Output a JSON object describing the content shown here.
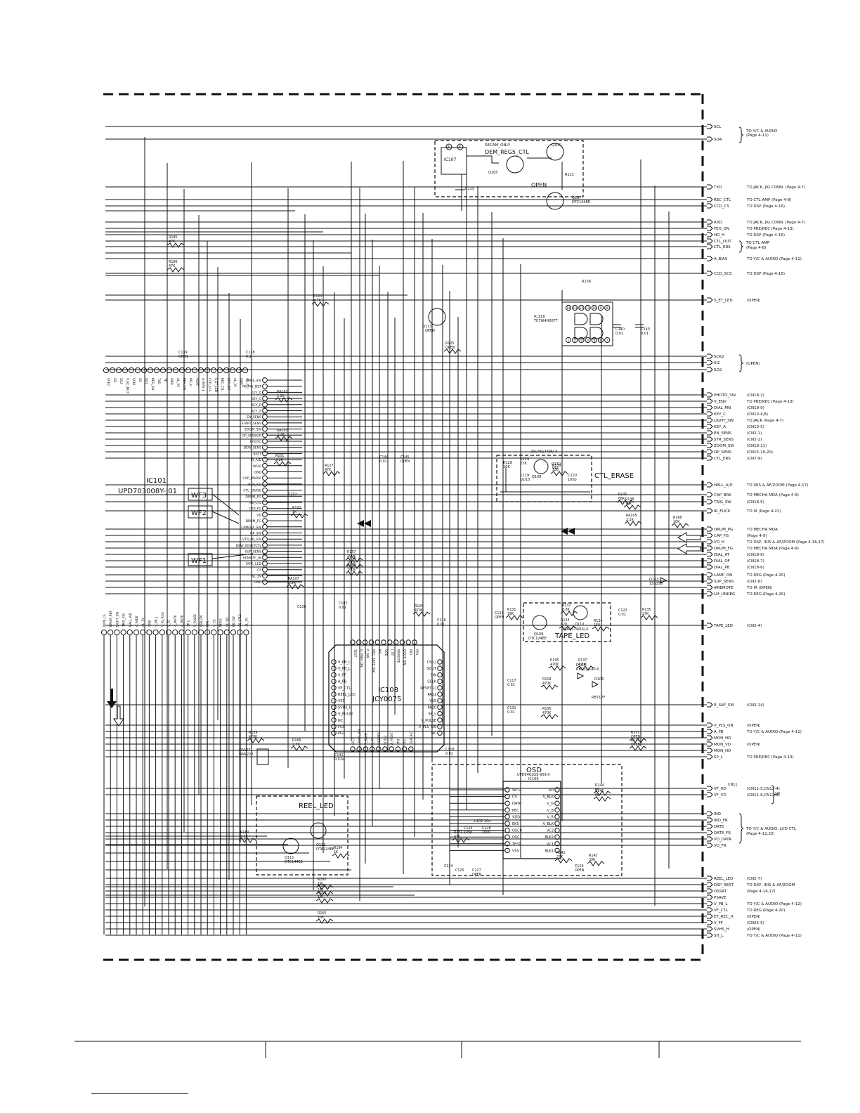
{
  "ic101": {
    "ref": "IC101",
    "part": "UPD703008Y-J01"
  },
  "ic108": {
    "ref": "IC108",
    "part": "JCY0075",
    "left_pins": [
      "V_PB_L",
      "V_PB_L",
      "V_FF",
      "A_PB",
      "VF_CTL",
      "REEL_LED",
      "VSS",
      "SVHS_H",
      "V_PULSE",
      "NC",
      "PG0",
      "PG1"
    ],
    "right_pins": [
      "CS(L)",
      "SOUT",
      "SIN",
      "SCLK",
      "RESET(L)",
      "PA11",
      "VSS",
      "PA10",
      "SP_L",
      "V_PULSE",
      "V_PLS_ON",
      "NC"
    ],
    "top_pins": [
      "TEST",
      "D_PWR_ON",
      "P_SW",
      "REC_SAFE_SW",
      "NC",
      "VDD",
      "J_ST",
      "REMOTE",
      "EJECT_SW",
      "PA7",
      "PA1"
    ],
    "bottom_pins": [
      "SH_L",
      "LAMP_ON",
      "P_SAVE",
      "V_FF",
      "OSSAT1",
      "VDD2",
      "A_FADE",
      "PF0",
      "PF1",
      "DSP_RST"
    ]
  },
  "ic109": {
    "title": "OSD",
    "part": "UPD6462GS-909-X",
    "ref": "IC109",
    "left_pins": [
      "SBT2",
      "CS",
      "DATA",
      "PEC",
      "VDD",
      "EK0",
      "OSC0",
      "OSC1",
      "TEST",
      "VSS"
    ],
    "right_pins": [
      "RD",
      "V_BLK",
      "V_G",
      "V_B",
      "V_R",
      "V_BLK",
      "VC2",
      "BLK2",
      "VC1",
      "BLK1"
    ]
  },
  "ic110": {
    "ref": "IC110",
    "part": "TC7W4H00FT",
    "top_pins": [
      "14",
      "13",
      "12",
      "11",
      "10",
      "9",
      "8"
    ],
    "bottom_pins": [
      "1",
      "2",
      "3",
      "4",
      "5",
      "6",
      "7"
    ]
  },
  "ic107": {
    "ref": "IC107",
    "pins": [
      "6",
      "5"
    ]
  },
  "wf_tags": [
    "WF3",
    "WF2",
    "WF1"
  ],
  "blocks": {
    "dem": "DEM_REG5_CTL",
    "secam": "SECAM_ONLY",
    "open": "OPEN",
    "ctl_erase": "CTL_ERASE",
    "tape_led": "TAPE_LED",
    "reel_led": "REEL_LED"
  },
  "transistors": [
    {
      "ref": "Q105",
      "part": ""
    },
    {
      "ref": "Q106",
      "part": ""
    },
    {
      "ref": "Q107",
      "part": "DTC144EE"
    },
    {
      "ref": "Q113",
      "part": "OPEN"
    },
    {
      "ref": "Q108",
      "part": ""
    },
    {
      "ref": "Q109",
      "part": "DTC124EE"
    },
    {
      "ref": "Q110",
      "part": "2SA1774/RS/-X"
    },
    {
      "ref": "Q111",
      "part": "DTC144EE"
    },
    {
      "ref": "Q112",
      "part": "DTA124EE"
    }
  ],
  "misc_parts": {
    "q108_part": "2SC4617/QR/-X",
    "d103": "D103",
    "d103_part": "1SS355",
    "d104": "D104",
    "d104_part": "RB751V-40-X",
    "d105": "D105",
    "d105_part": "RB717F",
    "da107": "DA107",
    "da107_part": "DAN222",
    "cn11": "CN11",
    "vf": "VF",
    "l102": "L102 10u"
  },
  "ic101_top_pins": [
    "SCK2",
    "SI2",
    "SO2",
    "V_RC_MUT",
    "SCK1",
    "SI1",
    "SO1",
    "REG_SW",
    "TXD",
    "TE",
    "GND",
    "AL_3V",
    "FEH_ON",
    "HD_H",
    "VCAT",
    "A_BIAS_L",
    "CCD_SCS",
    "S_ET_LED",
    "REC_CTL",
    "REC_INT",
    "AL_3V",
    "GND",
    "AL_3V"
  ],
  "ic101_right_pins": [
    "SVHS_SW",
    "PB_FW_DET",
    "KEY_D",
    "KEY_C",
    "KEY_B",
    "KEY_A",
    "EN_SENS",
    "START_SENS",
    "ZOOM_SW",
    "OP_SENSOR",
    "PHOTO",
    "DEW_SENS",
    "BATT",
    "IR_A/D",
    "HOLE",
    "GND",
    "CAP_BRAKE",
    "IR_FLICK",
    "CTL_ERASE",
    "DRUM_PG",
    "PB_CTL",
    "CAP_FG",
    "VD",
    "DRUM_FG",
    "CAMERA_SW",
    "OP_SW",
    "VTR_PB_SW",
    "DEW_RESETCTL",
    "SUP_SENS",
    "REMOTE_IN",
    "TAPE_LED",
    "CS",
    "AL_3V",
    "GND"
  ],
  "ic101_bottom_pins": [
    "MON_CS",
    "DRUM_REF",
    "LIGHT_SW",
    "TRIG_SW",
    "HALL_A/D",
    "A_FADE",
    "AL_3V",
    "GND",
    "V_PB_L",
    "V_PL_ROO",
    "V_FF",
    "A_MUTE",
    "A_MUTE",
    "SP_L",
    "V_PULSE",
    "LSB_ON",
    "NMI",
    "V_CS",
    "NPGA",
    "VF_VD",
    "HB_SW",
    "CS_CTL1",
    "AL_3V"
  ],
  "signals": [
    {
      "name": "SCL",
      "dest": ""
    },
    {
      "name": "SDA",
      "dest": ""
    },
    {
      "name": "TXD",
      "dest": "TO JACK, JIG CONN. (Page 4-7)"
    },
    {
      "name": "REC_CTL",
      "dest": "TO CTL AMP (Page 4-8)"
    },
    {
      "name": "CCD_CS",
      "dest": "TO DSP (Page 4-16)"
    },
    {
      "name": "RXD",
      "dest": "TO JACK, JIG CONN. (Page 4-7)"
    },
    {
      "name": "FEH_ON",
      "dest": "TO PRE/REC (Page 4-13)"
    },
    {
      "name": "HD_H",
      "dest": "TO DSP (Page 4-16)"
    },
    {
      "name": "CTL_OUT",
      "dest": ""
    },
    {
      "name": "CTL_ERS",
      "dest": ""
    },
    {
      "name": "A_BIAS",
      "dest": "TO Y/C & AUDIO (Page 4-11)"
    },
    {
      "name": "CCD_SCS",
      "dest": "TO DSP (Page 4-16)"
    },
    {
      "name": "S_ET_LED",
      "dest": "(OPEN)"
    },
    {
      "name": "SCK2",
      "dest": ""
    },
    {
      "name": "SI2",
      "dest": ""
    },
    {
      "name": "SO2",
      "dest": ""
    },
    {
      "name": "PHOTO_SW",
      "dest": "(CN18-2)"
    },
    {
      "name": "V_ENV",
      "dest": "TO PRE/REC (Page 4-13)"
    },
    {
      "name": "DIAL_MN",
      "dest": "(CN18-9)"
    },
    {
      "name": "KEY_C",
      "dest": "(CN13-4,8)"
    },
    {
      "name": "LIGHT_SW",
      "dest": "TO JACK (Page 4-7)"
    },
    {
      "name": "KEY_A",
      "dest": "(CN13-5)"
    },
    {
      "name": "EN_SENS",
      "dest": "(CN2-1)"
    },
    {
      "name": "STR_SENS",
      "dest": "(CN2-2)"
    },
    {
      "name": "ZOOM_SW",
      "dest": "(CN18-11)"
    },
    {
      "name": "OP_SENS",
      "dest": "(CN15-10,20)"
    },
    {
      "name": "CTL_ERS",
      "dest": "(CN7-9)"
    },
    {
      "name": "HALL_A/D",
      "dest": "TO IRIS & AF/ZOOM (Page 4-17)"
    },
    {
      "name": "CAP_BRK",
      "dest": "TO MECHA MDA (Page 4-9)"
    },
    {
      "name": "TRIG_SW",
      "dest": "(CN18-5)"
    },
    {
      "name": "IR_FLICK",
      "dest": "TO IR (Page 4-21)"
    },
    {
      "name": "DRUM_PG",
      "dest": "TO MECHA MDA"
    },
    {
      "name": "CAP_FG",
      "dest": "(Page 4-9)"
    },
    {
      "name": "VD_H",
      "dest": "TO DSP, IRIS & AF/ZOOM (Page 4-16,17)"
    },
    {
      "name": "DRUM_FG",
      "dest": "TO MECHA MDA (Page 4-9)"
    },
    {
      "name": "DIAL_AT",
      "dest": "(CN18-8)"
    },
    {
      "name": "DIAL_OF",
      "dest": "(CN18-7)"
    },
    {
      "name": "DIAL_PB",
      "dest": "(CN18-6)"
    },
    {
      "name": "LAMP_ON",
      "dest": "TO REG (Page 4-20)"
    },
    {
      "name": "SUP_SENS",
      "dest": "(CN2-8)"
    },
    {
      "name": "#REMOTE",
      "dest": "TO IR (OPEN)"
    },
    {
      "name": "LM_UNREG",
      "dest": "TO REG (Page 4-20)"
    },
    {
      "name": "TAPE_LED",
      "dest": "(CN2-4)"
    },
    {
      "name": "R_SAF_SW",
      "dest": "(CN2-14)"
    },
    {
      "name": "V_PLS_ON",
      "dest": "(OPEN)"
    },
    {
      "name": "A_PB",
      "dest": "TO Y/C & AUDIO (Page 4-11)"
    },
    {
      "name": "MON_HD",
      "dest": ""
    },
    {
      "name": "MON_VD",
      "dest": "(OPEN)"
    },
    {
      "name": "MON_HD",
      "dest": ""
    },
    {
      "name": "SP_L",
      "dest": "TO PRE/REC (Page 4-13)"
    },
    {
      "name": "VF_HD",
      "dest": "(CN11-5,CN12-4)"
    },
    {
      "name": "VF_VD",
      "dest": "(CN11-6,CN12-3)"
    },
    {
      "name": "IND",
      "dest": ""
    },
    {
      "name": "IND_FR",
      "dest": ""
    },
    {
      "name": "DATE",
      "dest": ""
    },
    {
      "name": "DATE_FR",
      "dest": ""
    },
    {
      "name": "VO_DATA",
      "dest": ""
    },
    {
      "name": "VO_FR",
      "dest": ""
    },
    {
      "name": "REEL_LED",
      "dest": "(CN2-7)"
    },
    {
      "name": "DSP_REST",
      "dest": "TO DSP, IRIS & AF/ZOOM"
    },
    {
      "name": "OSSAT",
      "dest": "(Page 4-16,17)"
    },
    {
      "name": "PSAVE",
      "dest": ""
    },
    {
      "name": "V_PB_L",
      "dest": "TO Y/C & AUDIO (Page 4-12)"
    },
    {
      "name": "VF_CTL",
      "dest": "TO REG (Page 4-20)"
    },
    {
      "name": "ET_REC_H",
      "dest": "(OPEN)"
    },
    {
      "name": "V_FF",
      "dest": "(CN25-5)"
    },
    {
      "name": "SVHS_H",
      "dest": "(OPEN)"
    },
    {
      "name": "SH_L",
      "dest": "TO Y/C & AUDIO (Page 4-11)"
    }
  ],
  "bracket_notes": [
    {
      "top": "TO Y/C & AUDIO",
      "bottom": "(Page 4-11)"
    },
    {
      "top": "TO CTL AMP",
      "bottom": "(Page 4-8)"
    },
    {
      "top": "(OPEN)",
      "bottom": ""
    },
    {
      "top": "TO Y/C & AUDIO, LCD CTL",
      "bottom": "(Page 4-12,22)"
    }
  ],
  "resistors": [
    {
      "ref": "R130",
      "val": "330"
    },
    {
      "ref": "R185",
      "val": "47K"
    },
    {
      "ref": "R186",
      "val": "47K"
    },
    {
      "ref": "R121",
      "val": ""
    },
    {
      "ref": "R136",
      "val": ""
    },
    {
      "ref": "R120",
      "val": "4.7K"
    },
    {
      "ref": "R125",
      "val": "OPEN"
    },
    {
      "ref": "RA101",
      "val": "2.2K"
    },
    {
      "ref": "RA103",
      "val": "2.2K"
    },
    {
      "ref": "R101",
      "val": "2.2K"
    },
    {
      "ref": "R127",
      "val": "47K"
    },
    {
      "ref": "R192",
      "val": "1K"
    },
    {
      "ref": "R128",
      "val": "10K"
    },
    {
      "ref": "R129",
      "val": "27K"
    },
    {
      "ref": "R130",
      "val": "330"
    },
    {
      "ref": "R140",
      "val": "68K"
    },
    {
      "ref": "R138",
      "val": "10K"
    },
    {
      "ref": "RA105",
      "val": "2.2K"
    },
    {
      "ref": "R168",
      "val": "10K"
    },
    {
      "ref": "R157",
      "val": "100K"
    },
    {
      "ref": "R158",
      "val": "100K"
    },
    {
      "ref": "R159",
      "val": "100K"
    },
    {
      "ref": "RA107",
      "val": "2.2K"
    },
    {
      "ref": "R126",
      "val": "470K"
    },
    {
      "ref": "R131",
      "val": "39K"
    },
    {
      "ref": "R132",
      "val": "6.8K"
    },
    {
      "ref": "R133",
      "val": "820"
    },
    {
      "ref": "R134",
      "val": "150"
    },
    {
      "ref": "R135",
      "val": "27K"
    },
    {
      "ref": "R195",
      "val": "470K"
    },
    {
      "ref": "R137",
      "val": "470K"
    },
    {
      "ref": "R118",
      "val": "470K"
    },
    {
      "ref": "R156",
      "val": "470K"
    },
    {
      "ref": "R139",
      "val": "470K"
    },
    {
      "ref": "R166",
      "val": "2.7K"
    },
    {
      "ref": "R171",
      "val": "OPEN"
    },
    {
      "ref": "R172",
      "val": "OPEN"
    },
    {
      "ref": "R144",
      "val": "00"
    },
    {
      "ref": "R145",
      "val": "00"
    },
    {
      "ref": "R141",
      "val": "470"
    },
    {
      "ref": "R142",
      "val": "27K"
    },
    {
      "ref": "R143",
      "val": "39K"
    },
    {
      "ref": "R180",
      "val": "2.2K"
    },
    {
      "ref": "R184",
      "val": "1K"
    },
    {
      "ref": "R160",
      "val": "1M"
    },
    {
      "ref": "R161",
      "val": "1M"
    },
    {
      "ref": "R162",
      "val": "1M"
    },
    {
      "ref": "R165",
      "val": "10K"
    }
  ],
  "capacitors": [
    {
      "ref": "C115",
      "val": ""
    },
    {
      "ref": "C139",
      "val": "OPEN"
    },
    {
      "ref": "C138",
      "val": "0.1"
    },
    {
      "ref": "C144",
      "val": "0.01"
    },
    {
      "ref": "C145",
      "val": "OPEN"
    },
    {
      "ref": "C137",
      "val": ""
    },
    {
      "ref": "C119",
      "val": "10/10"
    },
    {
      "ref": "C120",
      "val": "100p"
    },
    {
      "ref": "C140",
      "val": "0.01"
    },
    {
      "ref": "C143",
      "val": "0.01"
    },
    {
      "ref": "C136",
      "val": ""
    },
    {
      "ref": "C107",
      "val": "0.01"
    },
    {
      "ref": "C116",
      "val": "0.01"
    },
    {
      "ref": "C121",
      "val": "OPEN"
    },
    {
      "ref": "C122",
      "val": "0.01"
    },
    {
      "ref": "C117",
      "val": "0.01"
    },
    {
      "ref": "C131",
      "val": "0.01"
    },
    {
      "ref": "C141",
      "val": "0.01u"
    },
    {
      "ref": "C118",
      "val": "0.01"
    },
    {
      "ref": "C124",
      "val": ""
    },
    {
      "ref": "C125",
      "val": ""
    },
    {
      "ref": "C126",
      "val": "100p"
    },
    {
      "ref": "C127",
      "val": "OPEN"
    },
    {
      "ref": "C128",
      "val": "1500"
    },
    {
      "ref": "C129",
      "val": "OPEN"
    }
  ]
}
